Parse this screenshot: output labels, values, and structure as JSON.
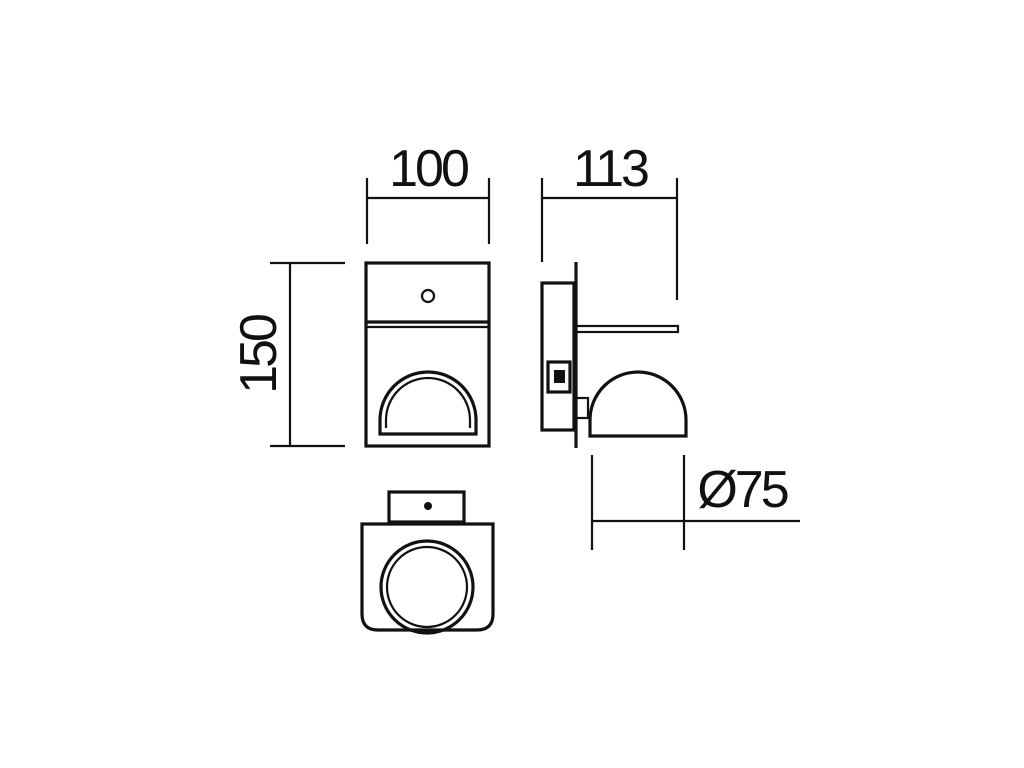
{
  "dimensions": {
    "width": "100",
    "depth": "113",
    "height": "150",
    "diameter": "Ø75"
  }
}
